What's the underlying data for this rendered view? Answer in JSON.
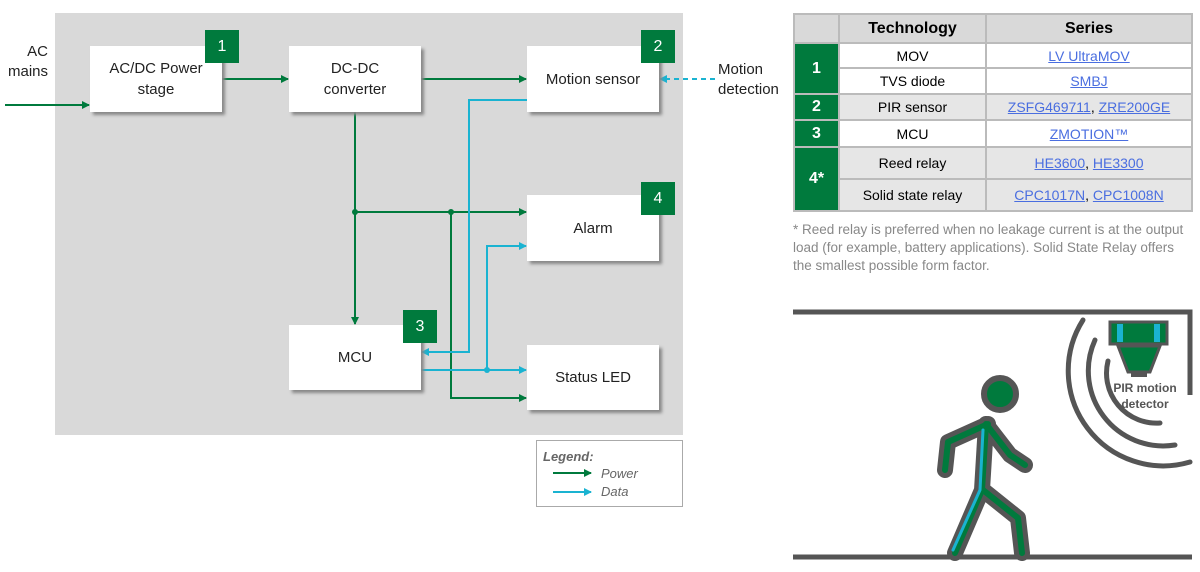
{
  "diagram": {
    "input_label": "AC mains",
    "blocks": [
      {
        "id": "acdc",
        "label": "AC/DC Power stage",
        "badge": "1"
      },
      {
        "id": "dcdc",
        "label": "DC-DC converter",
        "badge": ""
      },
      {
        "id": "motion",
        "label": "Motion sensor",
        "badge": "2"
      },
      {
        "id": "alarm",
        "label": "Alarm",
        "badge": "4"
      },
      {
        "id": "mcu",
        "label": "MCU",
        "badge": "3"
      },
      {
        "id": "led",
        "label": "Status LED",
        "badge": ""
      }
    ],
    "external_label": "Motion detection",
    "legend": {
      "title": "Legend:",
      "power": "Power",
      "data": "Data"
    },
    "colors": {
      "power": "#007a3d",
      "data": "#1ab3d1",
      "panel": "#d9d9d9"
    }
  },
  "table": {
    "headers": [
      "",
      "Technology",
      "Series"
    ],
    "rows": [
      {
        "num": "1",
        "tech": "MOV",
        "series": [
          "LV UltraMOV"
        ]
      },
      {
        "num": "",
        "tech": "TVS diode",
        "series": [
          "SMBJ"
        ]
      },
      {
        "num": "2",
        "tech": "PIR sensor",
        "series": [
          "ZSFG469711",
          "ZRE200GE"
        ]
      },
      {
        "num": "3",
        "tech": "MCU",
        "series": [
          "ZMOTION™"
        ]
      },
      {
        "num": "4*",
        "tech": "Reed relay",
        "series": [
          "HE3600",
          "HE3300"
        ]
      },
      {
        "num": "",
        "tech": "Solid state relay",
        "series": [
          "CPC1017N",
          "CPC1008N"
        ]
      }
    ],
    "footnote": "* Reed relay is preferred when no leakage current is at the output load (for example, battery applications). Solid State Relay offers the smallest possible form factor."
  },
  "illustration": {
    "label_line1": "PIR motion",
    "label_line2": "detector"
  }
}
